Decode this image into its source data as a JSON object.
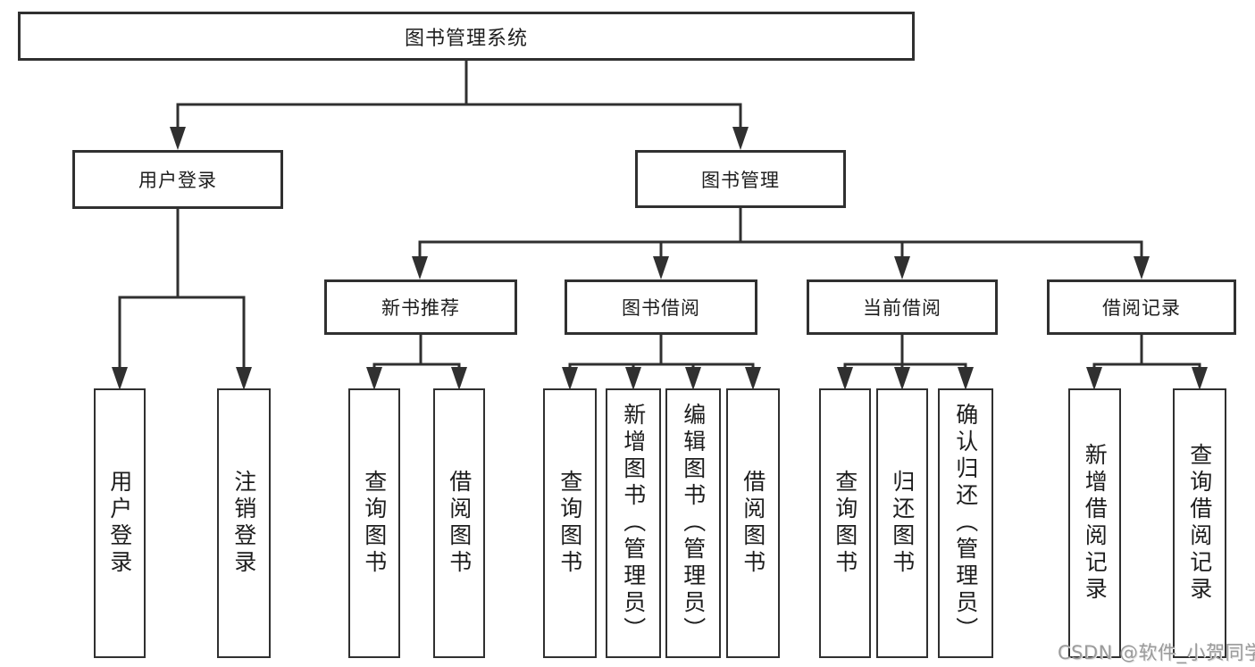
{
  "tree": {
    "label": "图书管理系统",
    "children": [
      {
        "label": "用户登录",
        "children": [
          {
            "label": "用户登录"
          },
          {
            "label": "注销登录"
          }
        ]
      },
      {
        "label": "图书管理",
        "children": [
          {
            "label": "新书推荐",
            "children": [
              {
                "label": "查询图书"
              },
              {
                "label": "借阅图书"
              }
            ]
          },
          {
            "label": "图书借阅",
            "children": [
              {
                "label": "查询图书"
              },
              {
                "label": "新增图书（管理员）"
              },
              {
                "label": "编辑图书（管理员）"
              },
              {
                "label": "借阅图书"
              }
            ]
          },
          {
            "label": "当前借阅",
            "children": [
              {
                "label": "查询图书"
              },
              {
                "label": "归还图书"
              },
              {
                "label": "确认归还（管理员）"
              }
            ]
          },
          {
            "label": "借阅记录",
            "children": [
              {
                "label": "新增借阅记录"
              },
              {
                "label": "查询借阅记录"
              }
            ]
          }
        ]
      }
    ]
  },
  "watermark": {
    "text": "CSDN @软件_小贺同学"
  },
  "colors": {
    "line": "#303030",
    "text": "#1d1d1d",
    "box_background": "#ffffff",
    "page_background": "#ffffff",
    "watermark": "#9b9b9b"
  }
}
